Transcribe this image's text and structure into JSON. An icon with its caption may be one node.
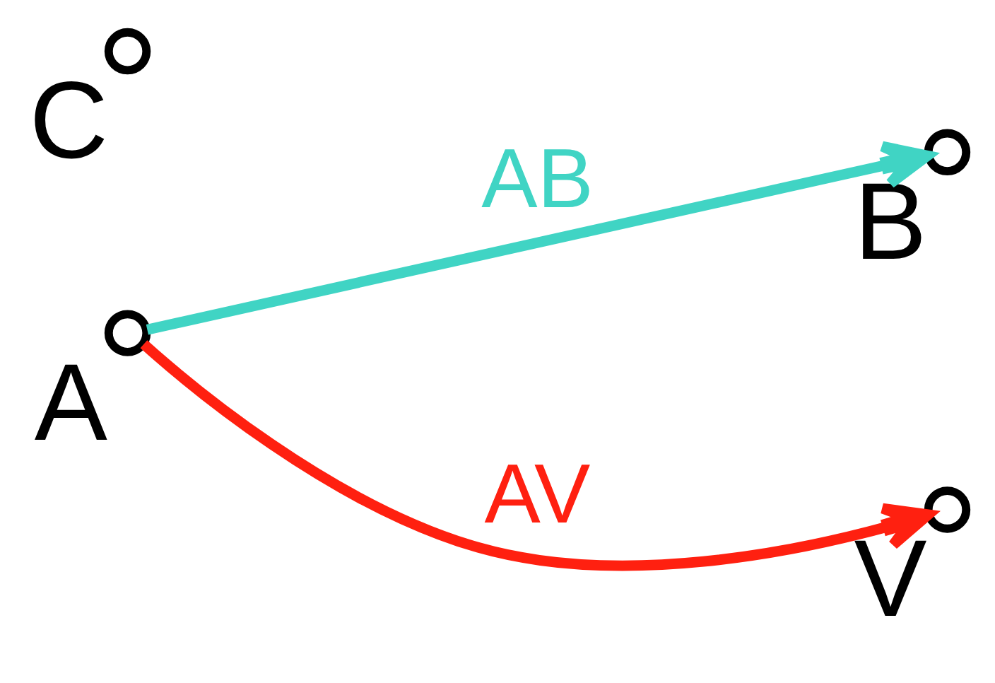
{
  "diagram": {
    "nodes": [
      {
        "text": [],
        "shape": "circle",
        "beside": [
          "A"
        ]
      },
      {
        "text": [],
        "shape": "circle",
        "beside": [
          "B"
        ]
      },
      {
        "text": [],
        "shape": "circle",
        "beside": [
          "C"
        ]
      },
      {
        "text": [],
        "shape": "circle",
        "beside": [
          "V"
        ]
      }
    ],
    "edges": [
      {
        "from": 0,
        "to": 3,
        "arrow": "to",
        "label": "AV",
        "color": "#ff2010"
      },
      {
        "from": 0,
        "to": 1,
        "arrow": "to",
        "label": "AB",
        "color": "#40d4c4"
      }
    ]
  }
}
